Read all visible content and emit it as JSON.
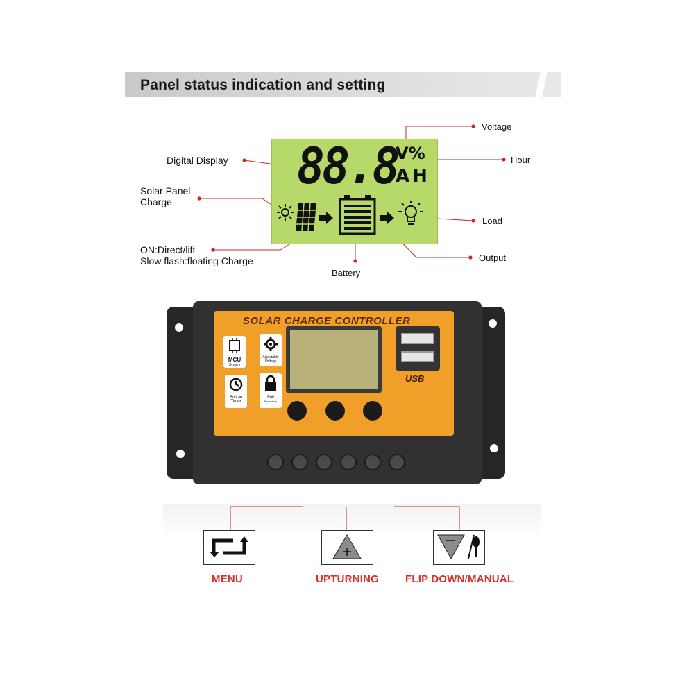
{
  "header": {
    "title": "Panel status indication and setting"
  },
  "lcd": {
    "digits": "88.8",
    "unit_top": "V%",
    "unit_bottom": "AH"
  },
  "callouts": {
    "voltage": "Voltage",
    "digital_display": "Digital Display",
    "hour": "Hour",
    "solar_panel_charge_1": "Solar Panel",
    "solar_panel_charge_2": "Charge",
    "load": "Load",
    "on_direct_1": "ON:Direct/lift",
    "on_direct_2": "Slow flash:floating Charge",
    "output": "Output",
    "battery": "Battery"
  },
  "controller": {
    "title": "SOLAR CHARGE CONTROLLER",
    "badges": [
      {
        "icon": "chip-icon",
        "label": "MCU",
        "sub": "System"
      },
      {
        "icon": "gear-icon",
        "label": "Adjustable",
        "sub": "Voltage"
      },
      {
        "icon": "clock-icon",
        "label": "Built-in",
        "sub": "Timer"
      },
      {
        "icon": "lock-icon",
        "label": "Full",
        "sub": "Protection"
      }
    ],
    "usb_label": "USB"
  },
  "buttons": {
    "menu": "MENU",
    "up": "UPTURNING",
    "down": "FLIP DOWN/MANUAL"
  },
  "colors": {
    "lcd_bg": "#b7d96a",
    "controller_orange": "#f0a028",
    "controller_body": "#2b2b2b",
    "callout_red": "#d0261f",
    "caption_red": "#d4322c"
  }
}
